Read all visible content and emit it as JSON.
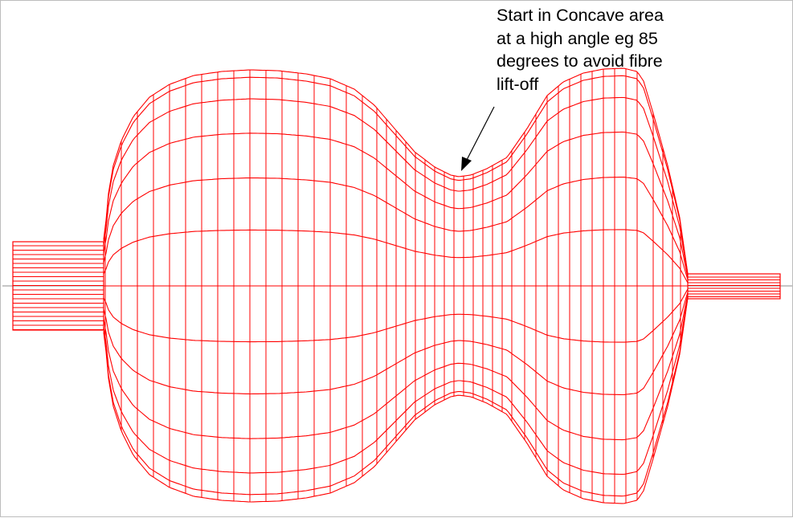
{
  "annotation": {
    "lines": [
      "Start in Concave area",
      "at a high angle eg 85",
      "degrees to avoid fibre",
      "lift-off"
    ]
  },
  "colors": {
    "mesh": "#ff0000",
    "axis": "#8c8c8c",
    "arrow": "#000000",
    "background": "#ffffff",
    "text": "#000000"
  }
}
